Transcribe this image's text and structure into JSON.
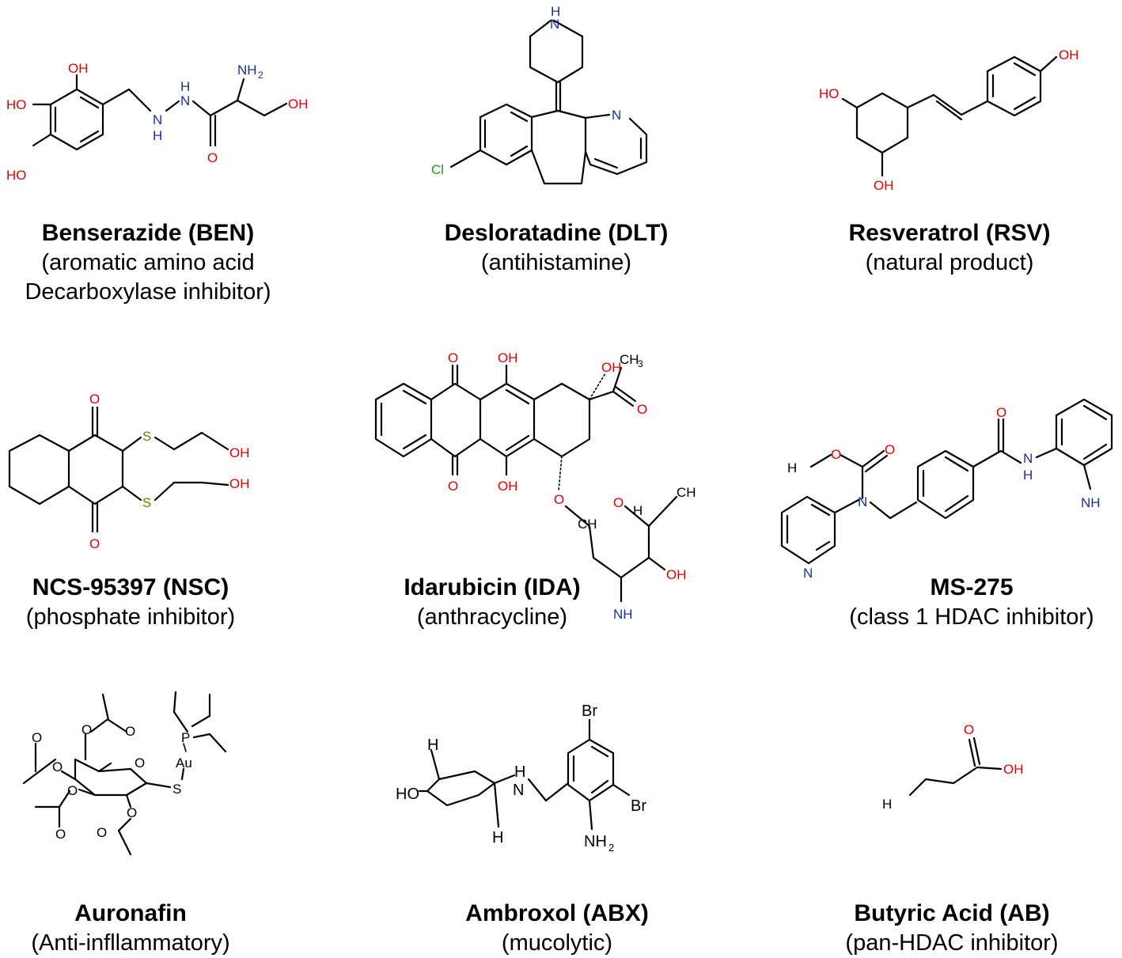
{
  "compounds": [
    {
      "name": "Benserazide (BEN)",
      "desc": "(aromatic amino acid",
      "desc2": "Decarboxylase inhibitor)"
    },
    {
      "name": "Desloratadine (DLT)",
      "desc": "(antihistamine)"
    },
    {
      "name": "Resveratrol (RSV)",
      "desc": "(natural product)"
    },
    {
      "name": "NCS-95397 (NSC)",
      "desc": "(phosphate inhibitor)"
    },
    {
      "name": "Idarubicin (IDA)",
      "desc": "(anthracycline)"
    },
    {
      "name": "MS-275",
      "desc": "(class 1 HDAC inhibitor)"
    },
    {
      "name": "Auronafin",
      "desc": "(Anti-infllammatory)"
    },
    {
      "name": "Ambroxol (ABX)",
      "desc": "(mucolytic)"
    },
    {
      "name": "Butyric Acid (AB)",
      "desc": "(pan-HDAC inhibitor)"
    }
  ],
  "atoms": {
    "OH": "OH",
    "HO": "HO",
    "H": "H",
    "NH2": "NH",
    "sub2": "2",
    "O": "O",
    "N": "N",
    "Cl": "Cl",
    "S": "S",
    "CH3": "CH",
    "sub3": "3",
    "H3C": "H",
    "C": "C",
    "P": "P",
    "Au": "Au",
    "Br": "Br"
  },
  "colors": {
    "oxygen": "#e00000",
    "nitrogen": "#1a2f9c",
    "chlorine": "#1a9a1a",
    "sulfur": "#7a7a00"
  }
}
